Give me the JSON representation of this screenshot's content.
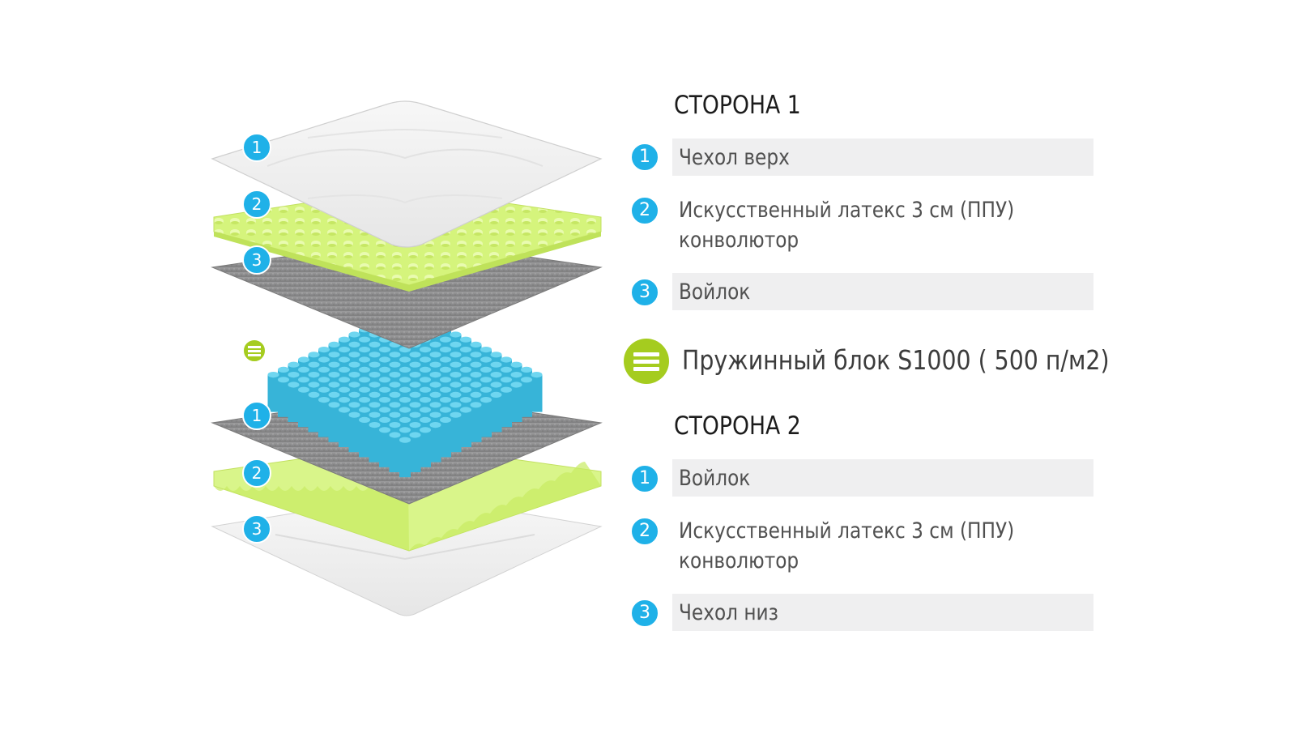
{
  "side1": {
    "title": "СТОРОНА 1",
    "items": [
      {
        "num": "1",
        "label": "Чехол верх"
      },
      {
        "num": "2",
        "label_line1": "Искусственный латекс 3 см (ППУ)",
        "label_line2": "конволютор"
      },
      {
        "num": "3",
        "label": "Войлок"
      }
    ]
  },
  "core": {
    "label": "Пружинный блок S1000 ( 500 п/м2)",
    "icon": "spring-block-icon"
  },
  "side2": {
    "title": "СТОРОНА 2",
    "items": [
      {
        "num": "1",
        "label": "Войлок"
      },
      {
        "num": "2",
        "label_line1": "Искусственный латекс 3 см (ППУ)",
        "label_line2": "конволютор"
      },
      {
        "num": "3",
        "label": "Чехол низ"
      }
    ]
  },
  "layer_markers": {
    "top": [
      "1",
      "2",
      "3"
    ],
    "bottom": [
      "1",
      "2",
      "3"
    ]
  },
  "colors": {
    "accent_blue": "#1fb1e8",
    "accent_green": "#a5cc1f",
    "foam_green": "#d9f58a",
    "felt_gray": "#8f8f90",
    "spring_blue": "#42c3e3",
    "label_bar": "#efeff0"
  }
}
